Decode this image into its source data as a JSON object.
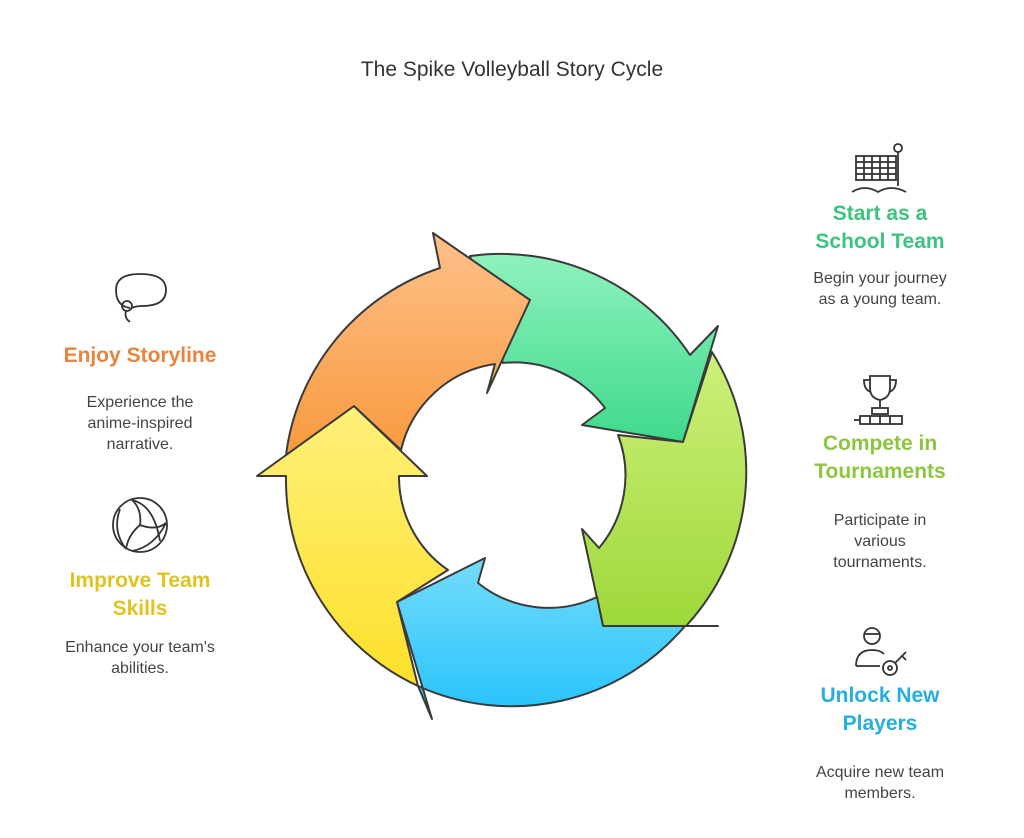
{
  "title": "The Spike Volleyball Story Cycle",
  "colors": {
    "start_school_team": "#3cc37f",
    "compete_tournaments": "#8cc63f",
    "unlock_players": "#27aee0",
    "enjoy_storyline": "#e8843c",
    "improve_skills": "#e0c31f"
  },
  "steps": {
    "school": {
      "heading_line1": "Start as a",
      "heading_line2": "School Team",
      "desc_line1": "Begin your journey",
      "desc_line2": "as a young team.",
      "icon": "volleyball-net-icon"
    },
    "tourn": {
      "heading_line1": "Compete in",
      "heading_line2": "Tournaments",
      "desc_line1": "Participate in",
      "desc_line2": "various",
      "desc_line3": "tournaments.",
      "icon": "trophy-icon"
    },
    "players": {
      "heading_line1": "Unlock New",
      "heading_line2": "Players",
      "desc_line1": "Acquire new team",
      "desc_line2": "members.",
      "icon": "player-key-icon"
    },
    "story": {
      "heading_line1": "Enjoy Storyline",
      "desc_line1": "Experience the",
      "desc_line2": "anime-inspired",
      "desc_line3": "narrative.",
      "icon": "speech-bubble-icon"
    },
    "skills": {
      "heading_line1": "Improve Team",
      "heading_line2": "Skills",
      "desc_line1": "Enhance your team's",
      "desc_line2": "abilities.",
      "icon": "volleyball-icon"
    }
  }
}
